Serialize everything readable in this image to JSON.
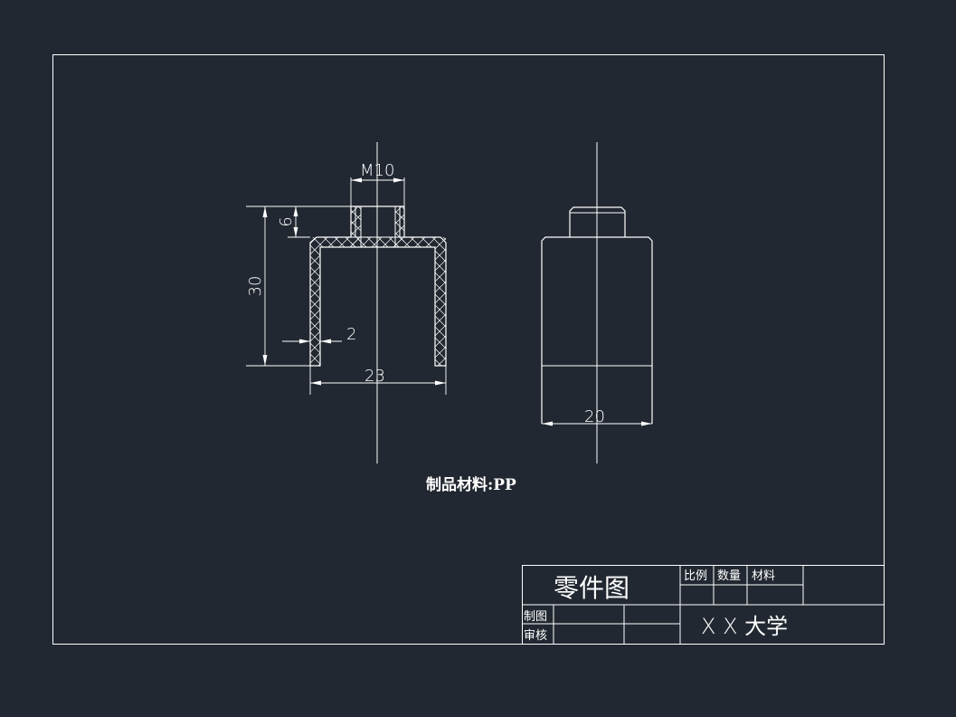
{
  "drawing": {
    "dimensions": {
      "thread": "M10",
      "top_height": "6",
      "total_height": "30",
      "wall_thickness": "2",
      "inner_width": "23",
      "outer_width": "20"
    },
    "material_note": "制品材料:PP"
  },
  "title_block": {
    "title": "零件图",
    "col_scale": "比例",
    "col_quantity": "数量",
    "col_material": "材料",
    "row_drawn": "制图",
    "row_checked": "审核",
    "school": "X X 大学"
  },
  "colors": {
    "background": "#222831",
    "line": "#ffffff"
  }
}
